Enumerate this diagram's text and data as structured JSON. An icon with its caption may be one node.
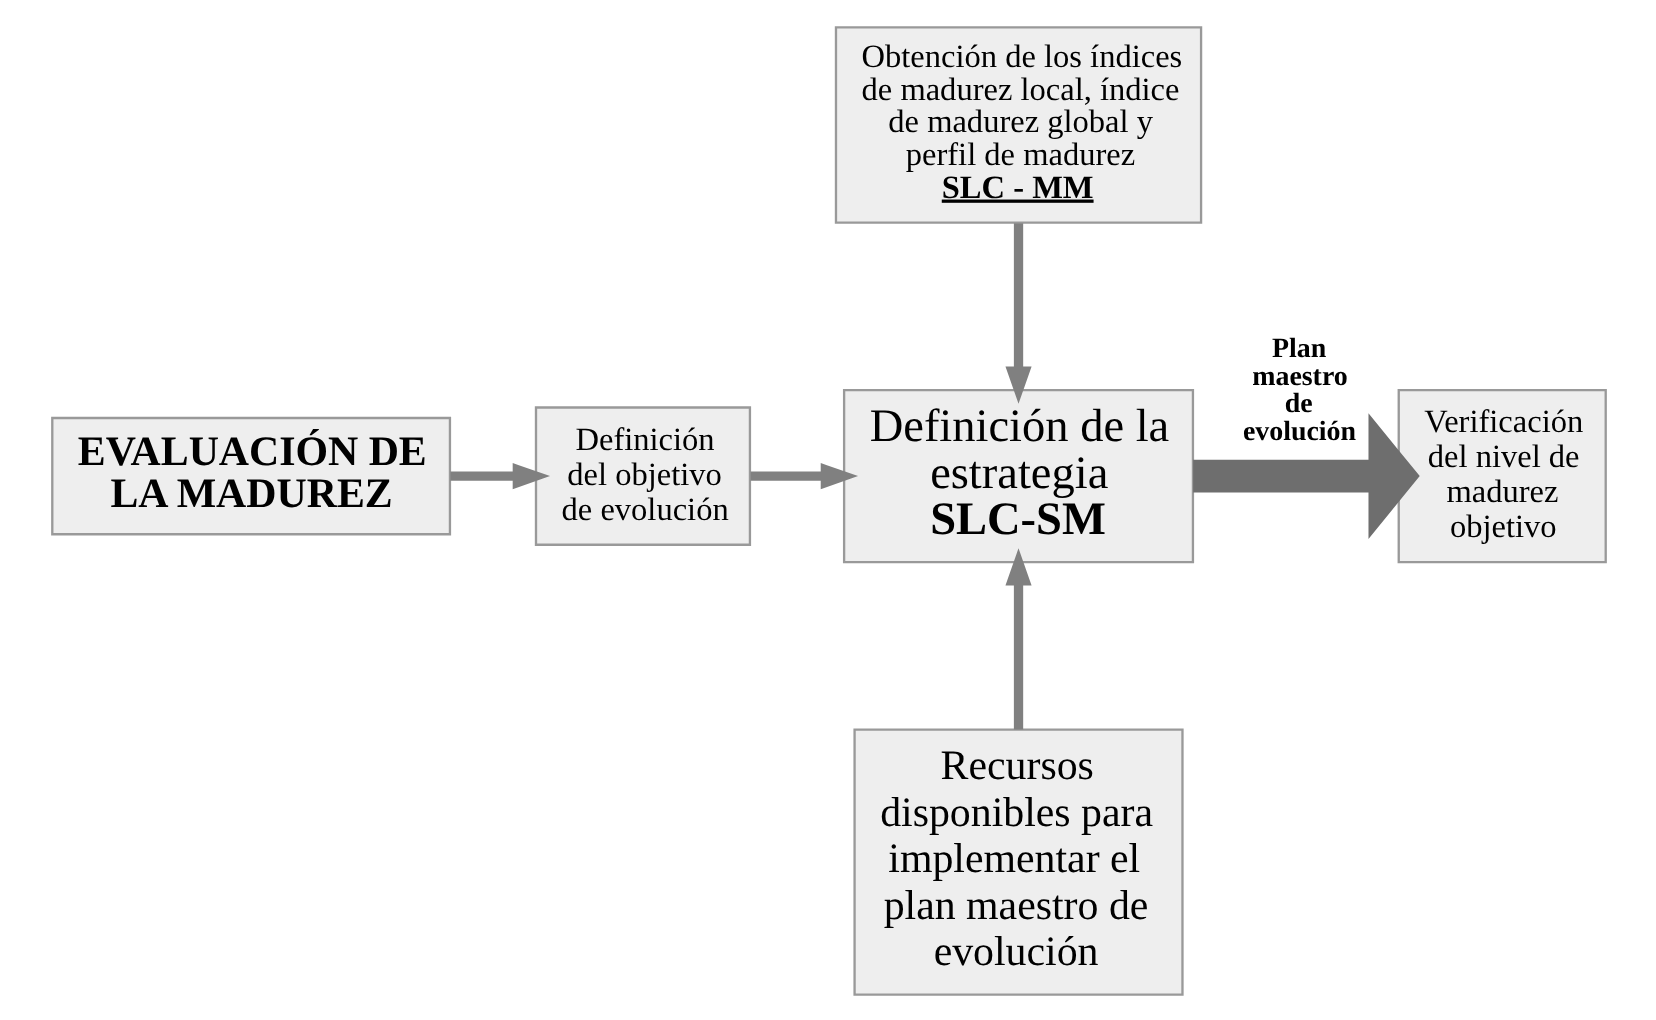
{
  "diagram": {
    "nodes": [
      {
        "text": [
          "EVALUACIÓN DE LA MADUREZ"
        ]
      },
      {
        "text": [
          "Definición del objetivo de evolución"
        ]
      },
      {
        "text": [
          "Obtención de los índices de madurez local, índice de madurez global y perfil de madurez",
          "SLC - MM"
        ]
      },
      {
        "text": [
          "Definición de la estrategia",
          "SLC-SM"
        ]
      },
      {
        "text": [
          "Recursos disponibles para implementar el plan maestro de evolución"
        ]
      },
      {
        "text": [
          "Verificación del nivel de madurez objetivo"
        ]
      }
    ],
    "edges": [
      {
        "from": 0,
        "to": 1,
        "arrow": "to"
      },
      {
        "from": 1,
        "to": 3,
        "arrow": "to"
      },
      {
        "from": 2,
        "to": 3,
        "arrow": "to"
      },
      {
        "from": 4,
        "to": 3,
        "arrow": "to"
      },
      {
        "from": 3,
        "to": 5,
        "arrow": "to",
        "label": "Plan maestro de evolución",
        "style": "thick"
      }
    ]
  }
}
